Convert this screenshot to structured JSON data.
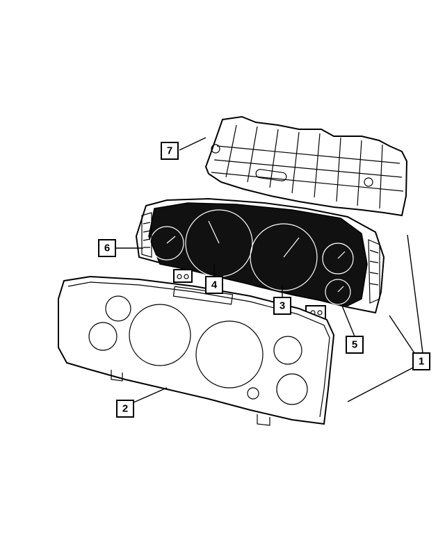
{
  "callouts": [
    {
      "id": "1",
      "label": "1"
    },
    {
      "id": "2",
      "label": "2"
    },
    {
      "id": "3",
      "label": "3"
    },
    {
      "id": "4",
      "label": "4"
    },
    {
      "id": "5",
      "label": "5"
    },
    {
      "id": "6",
      "label": "6"
    },
    {
      "id": "7",
      "label": "7"
    }
  ],
  "colors": {
    "line": "#000000",
    "background": "#ffffff",
    "gauge_face": "#111111"
  }
}
